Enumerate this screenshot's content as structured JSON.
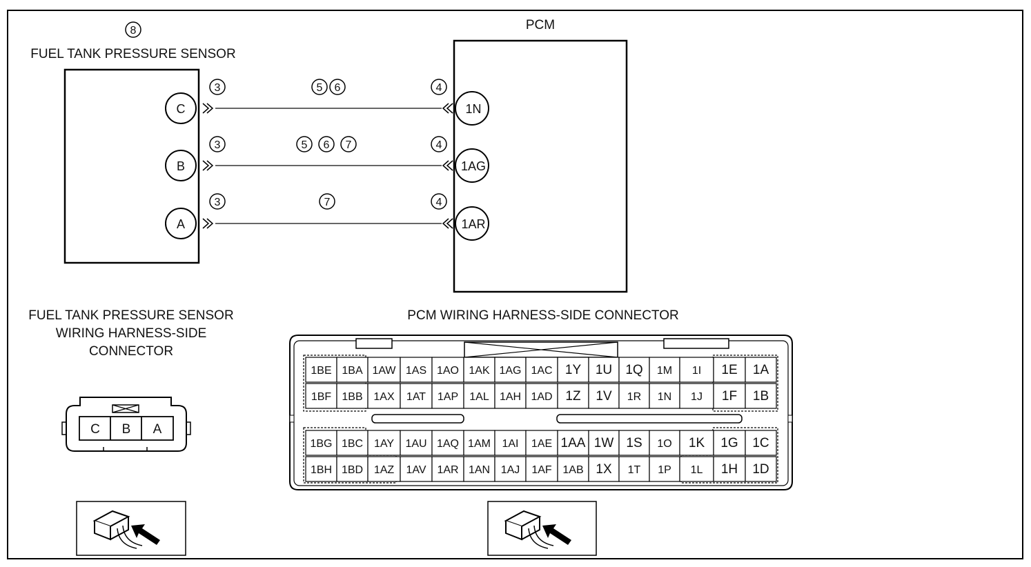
{
  "sensor": {
    "ref": "8",
    "title": "FUEL TANK PRESSURE SENSOR",
    "pins": [
      "C",
      "B",
      "A"
    ]
  },
  "pcm": {
    "title": "PCM",
    "pins": [
      "1N",
      "1AG",
      "1AR"
    ]
  },
  "wires": [
    {
      "sensor_pin": "C",
      "pcm_pin": "1N",
      "sensor_note": "3",
      "pcm_note": "4",
      "mid_notes": [
        "5",
        "6"
      ]
    },
    {
      "sensor_pin": "B",
      "pcm_pin": "1AG",
      "sensor_note": "3",
      "pcm_note": "4",
      "mid_notes": [
        "5",
        "6",
        "7"
      ]
    },
    {
      "sensor_pin": "A",
      "pcm_pin": "1AR",
      "sensor_note": "3",
      "pcm_note": "4",
      "mid_notes": [
        "7"
      ]
    }
  ],
  "sensor_connector": {
    "title_lines": [
      "FUEL TANK PRESSURE SENSOR",
      "WIRING HARNESS-SIDE",
      "CONNECTOR"
    ],
    "terminals": [
      "C",
      "B",
      "A"
    ]
  },
  "pcm_connector": {
    "title": "PCM WIRING HARNESS-SIDE CONNECTOR",
    "rows": [
      [
        "1BE",
        "1BA",
        "1AW",
        "1AS",
        "1AO",
        "1AK",
        "1AG",
        "1AC",
        "1Y",
        "1U",
        "1Q",
        "1M",
        "1I",
        "1E",
        "1A"
      ],
      [
        "1BF",
        "1BB",
        "1AX",
        "1AT",
        "1AP",
        "1AL",
        "1AH",
        "1AD",
        "1Z",
        "1V",
        "1R",
        "1N",
        "1J",
        "1F",
        "1B"
      ],
      [
        "1BG",
        "1BC",
        "1AY",
        "1AU",
        "1AQ",
        "1AM",
        "1AI",
        "1AE",
        "1AA",
        "1W",
        "1S",
        "1O",
        "1K",
        "1G",
        "1C"
      ],
      [
        "1BH",
        "1BD",
        "1AZ",
        "1AV",
        "1AR",
        "1AN",
        "1AJ",
        "1AF",
        "1AB",
        "1X",
        "1T",
        "1P",
        "1L",
        "1H",
        "1D"
      ]
    ]
  },
  "view_icons": [
    "connector-view-icon",
    "connector-view-icon"
  ]
}
